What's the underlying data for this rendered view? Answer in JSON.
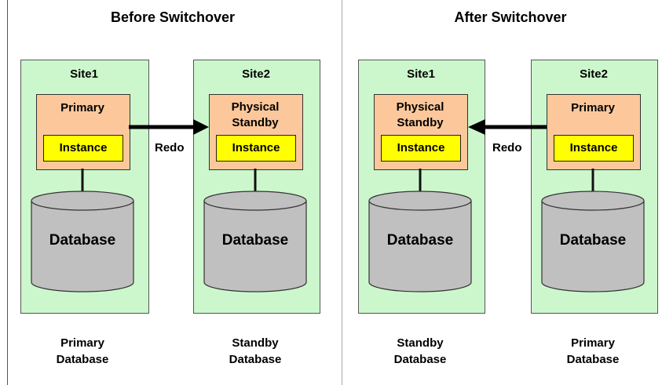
{
  "panels": [
    {
      "title": "Before Switchover",
      "redo_label": "Redo",
      "sites": [
        {
          "label": "Site1",
          "role_label": "Primary",
          "instance_label": "Instance",
          "database_label": "Database",
          "caption_line1": "Primary",
          "caption_line2": "Database"
        },
        {
          "label": "Site2",
          "role_label": "Physical Standby",
          "instance_label": "Instance",
          "database_label": "Database",
          "caption_line1": "Standby",
          "caption_line2": "Database"
        }
      ]
    },
    {
      "title": "After Switchover",
      "redo_label": "Redo",
      "sites": [
        {
          "label": "Site1",
          "role_label": "Physical Standby",
          "instance_label": "Instance",
          "database_label": "Database",
          "caption_line1": "Standby",
          "caption_line2": "Database"
        },
        {
          "label": "Site2",
          "role_label": "Primary",
          "instance_label": "Instance",
          "database_label": "Database",
          "caption_line1": "Primary",
          "caption_line2": "Database"
        }
      ]
    }
  ],
  "colors": {
    "site_bg": "#ccf7cc",
    "role_box": "#fcc89b",
    "instance_box": "#ffff00",
    "database": "#c0c0c0"
  }
}
